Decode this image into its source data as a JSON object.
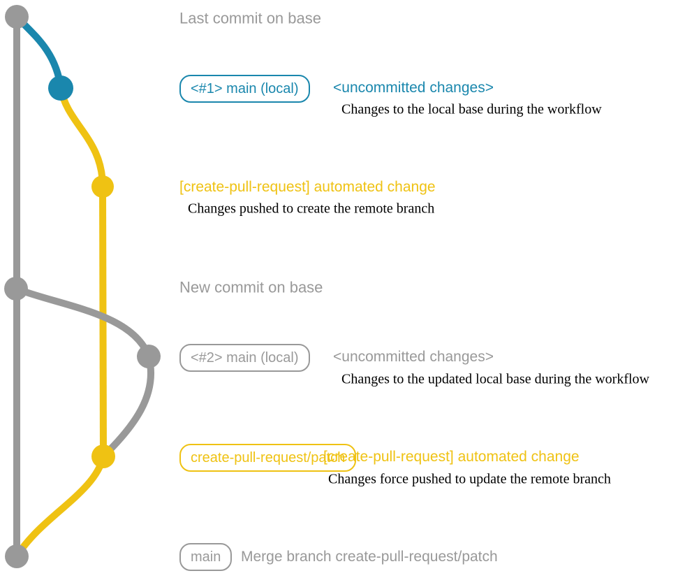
{
  "colors": {
    "background": "#ffffff",
    "gray": "#999999",
    "blue": "#1a87ad",
    "yellow": "#efc213",
    "note": "#000000"
  },
  "diagram": {
    "description": "git branch graph for create-pull-request workflow",
    "branches": [
      {
        "name": "base",
        "color_key": "gray"
      },
      {
        "name": "local main",
        "color_key": "blue-then-gray"
      },
      {
        "name": "create-pull-request/patch",
        "color_key": "yellow"
      }
    ],
    "events": [
      {
        "kind": "commit",
        "branch": "base",
        "label": "Last commit on base"
      },
      {
        "kind": "commit",
        "branch": "local main",
        "badge": "<#1> main (local)",
        "title": "<uncommitted changes>",
        "note": "Changes to the local base during the workflow"
      },
      {
        "kind": "commit",
        "branch": "create-pull-request/patch",
        "title": "[create-pull-request] automated change",
        "note": "Changes pushed to create the remote branch"
      },
      {
        "kind": "commit",
        "branch": "base",
        "label": "New commit on base"
      },
      {
        "kind": "commit",
        "branch": "local main",
        "badge": "<#2> main (local)",
        "title": "<uncommitted changes>",
        "note": "Changes to the updated local base during the workflow"
      },
      {
        "kind": "commit",
        "branch": "create-pull-request/patch",
        "badge": "create-pull-request/patch",
        "title": "[create-pull-request] automated change",
        "note": "Changes force pushed to update the remote branch"
      },
      {
        "kind": "merge",
        "branch": "base",
        "badge": "main",
        "title": "Merge branch create-pull-request/patch"
      }
    ]
  }
}
